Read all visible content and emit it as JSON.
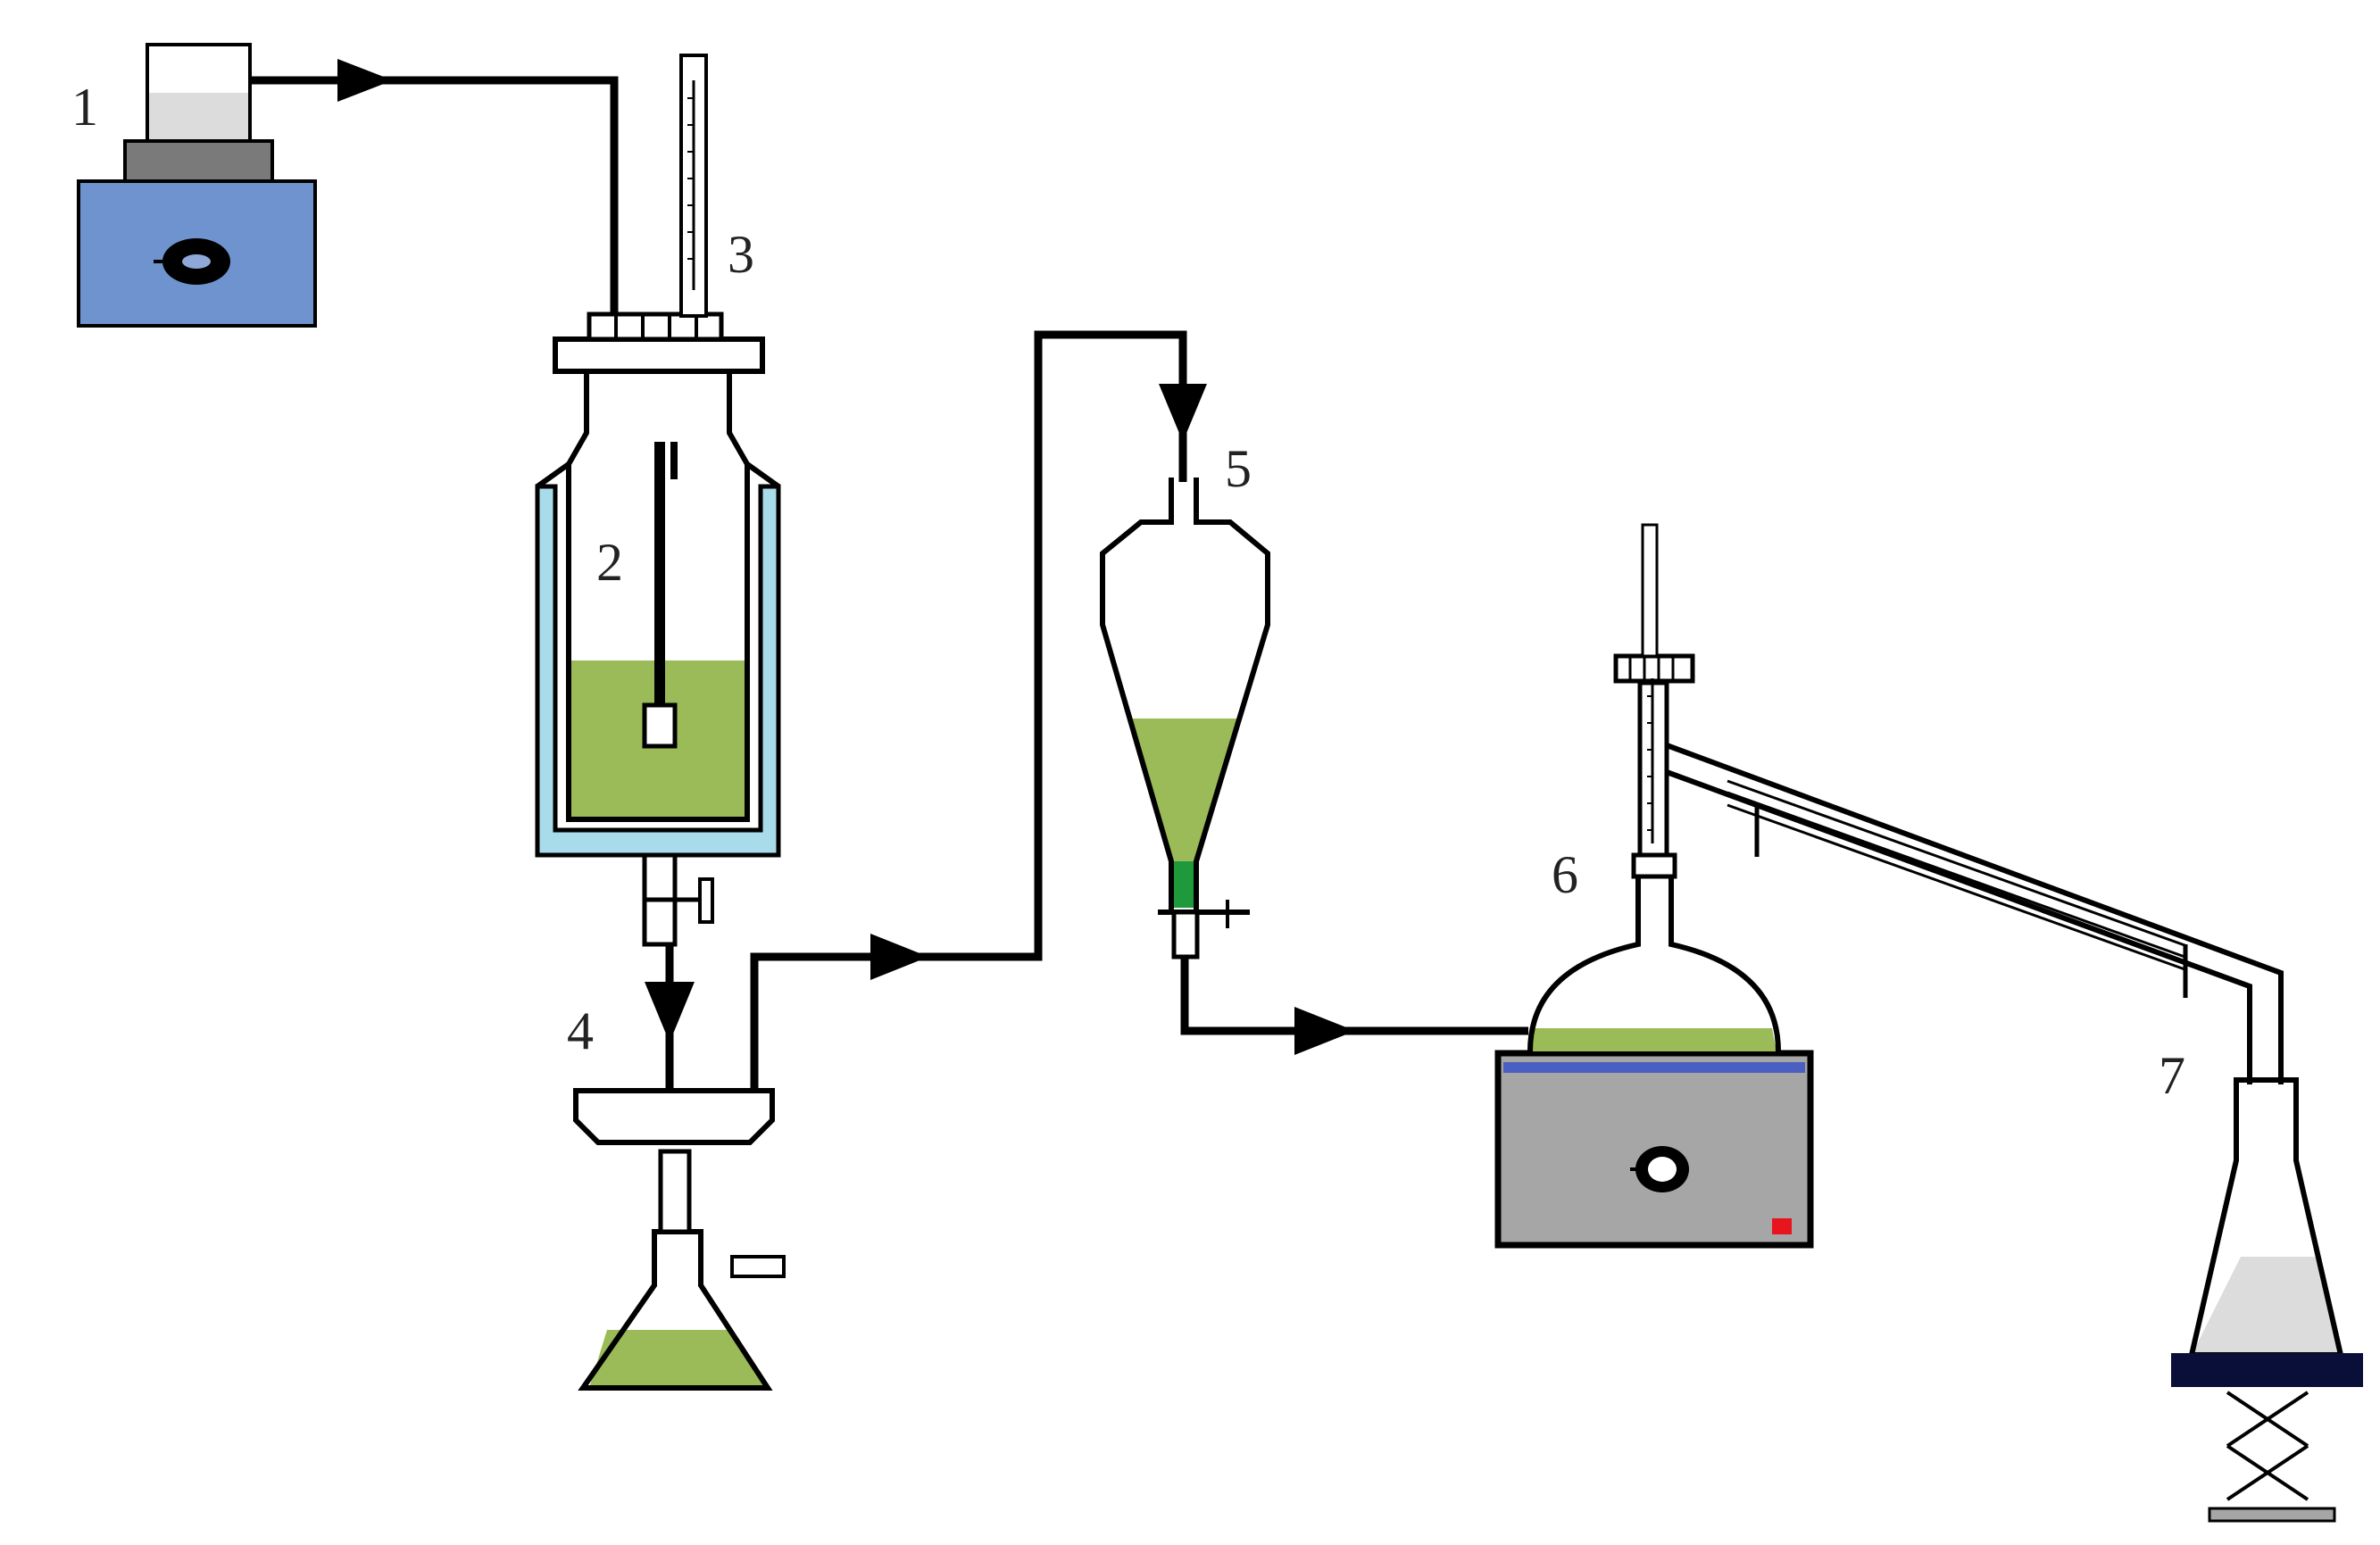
{
  "labels": {
    "n1": "1",
    "n2": "2",
    "n3": "3",
    "n4": "4",
    "n5": "5",
    "n6": "6",
    "n7": "7"
  },
  "colors": {
    "line": "#000000",
    "liquid_green": "#9bbb59",
    "dark_green": "#1e9a3c",
    "water_bath": "#a8dcea",
    "pump_blue": "#6e93cf",
    "pump_top_gray": "#7a7a7a",
    "heater_gray": "#a6a6a6",
    "heater_stripe": "#4a5fc1",
    "indicator_red": "#e8141e",
    "distillate_gray": "#dcdcdc",
    "jack_navy": "#0a0f3a"
  }
}
